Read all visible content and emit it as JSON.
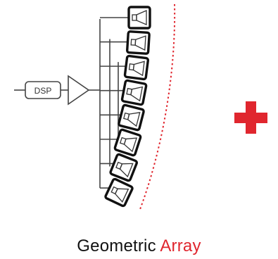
{
  "diagram": {
    "dsp_label": "DSP",
    "caption_word1": "Geometric",
    "caption_word2": "Array",
    "speaker_count": 8,
    "plus_icon": "plus-icon",
    "colors": {
      "line": "#444444",
      "box": "#111111",
      "accent": "#e0262e"
    }
  }
}
